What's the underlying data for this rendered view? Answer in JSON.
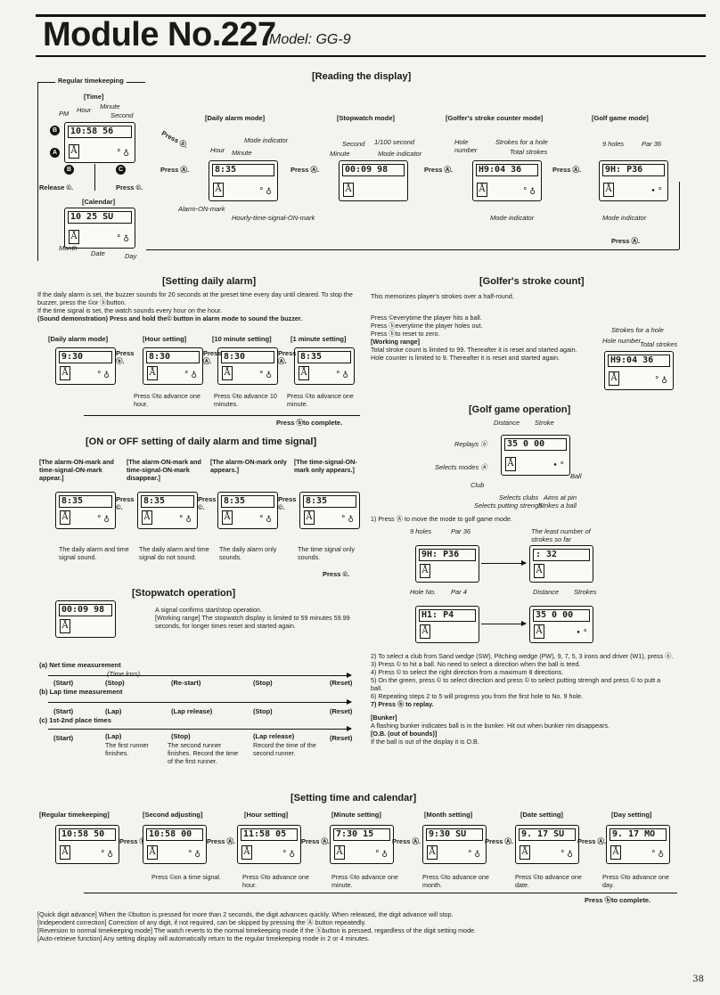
{
  "header": {
    "title": "Module No.227",
    "model": "Model: GG-9"
  },
  "reading": {
    "heading": "[Reading the display]",
    "regular": "Regular timekeeping",
    "time": "[Time]",
    "pm": "PM",
    "hour": "Hour",
    "minute": "Minute",
    "second": "Second",
    "lcd_time": "10:58 56",
    "release_c": "Release ©.",
    "press_c": "Press ©.",
    "calendar": "[Calendar]",
    "lcd_cal": "10 25 SU",
    "month": "Month",
    "date": "Date",
    "day": "Day",
    "daily_alarm": "[Daily alarm mode]",
    "press_b": "Press ⓑ.",
    "mode_indicator": "Mode indicator",
    "press_a1": "Press Ⓐ.",
    "lcd_alarm": "8:35",
    "alarm_on_mark": "Alarm-ON-mark",
    "hourly_mark": "Hourly-time-signal-ON-mark",
    "stopwatch": "[Stopwatch mode]",
    "sec": "Second",
    "hundredth": "1/100 second",
    "sw_minute": "Minute",
    "sw_mode": "Mode indicator",
    "lcd_sw": "00:09 98",
    "press_a2": "Press Ⓐ.",
    "golfer": "[Golfer's stroke counter mode]",
    "hole_number": "Hole number",
    "strokes_hole": "Strokes for a hole",
    "total": "Total strokes",
    "lcd_golf": "H9:04 36",
    "golf_mode_ind": "Mode indicator",
    "press_a3": "Press Ⓐ.",
    "golf_game": "[Golf game mode]",
    "holes9": "9 holes",
    "par36": "Par 36",
    "lcd_game": "9H: P36",
    "game_mode_ind": "Mode indicator",
    "press_a4": "Press Ⓐ."
  },
  "setting_alarm": {
    "heading": "[Setting daily alarm]",
    "p1": "If the daily alarm is set, the buzzer sounds for 20 seconds at the preset time every day until cleared. To stop the buzzer, press the ©or ⓑbutton.",
    "p2": "If the time signal is set, the watch sounds every hour on the hour.",
    "p3": "(Sound demonstration) Press and hold the© button in alarm mode to sound the buzzer.",
    "c1": "[Daily alarm mode]",
    "c2": "[Hour setting]",
    "c3": "[10 minute setting]",
    "c4": "[1 minute setting]",
    "lcd1": "9:30",
    "lcd2": "8:30",
    "lcd3": "8:30",
    "lcd4": "8:35",
    "press_b": "Press ⓑ.",
    "press_a": "Press Ⓐ.",
    "press_a2": "Press Ⓐ.",
    "adv1": "Press ©to advance one hour.",
    "adv2": "Press ©to advance 10 minutes.",
    "adv3": "Press ©to advance one minute.",
    "complete": "Press ⓑto complete."
  },
  "on_off": {
    "heading": "[ON or OFF setting of daily alarm and time signal]",
    "h1": "[The alarm-ON-mark and time-signal-ON-mark appear.]",
    "h2": "[The alarm-ON-mark and time-signal-ON-mark disappear.]",
    "h3": "[The alarm-ON-mark only appears.]",
    "h4": "[The time-signal-ON- mark only appears.]",
    "lcd": "8:35",
    "press_c": "Press ©.",
    "d1": "The daily alarm and time signal sound.",
    "d2": "The daily alarm and time signal do not sound.",
    "d3": "The daily alarm only sounds.",
    "d4": "The time signal only sounds.",
    "press_c_end": "Press ©."
  },
  "stopwatch_op": {
    "heading": "[Stopwatch operation]",
    "lcd": "00:09 98",
    "p1": "A signal confirms start/stop operation.",
    "p2": "[Working range] The stopwatch display is limited to 59 minutes 59.99 seconds, for longer times reset and started again.",
    "a": "(a) Net time measurement",
    "a_time_loss": "(Time loss)",
    "a_start": "(Start)",
    "a_stop": "(Stop)",
    "a_restart": "(Re-start)",
    "a_stop2": "(Stop)",
    "a_reset": "(Reset)",
    "b": "(b) Lap time measurement",
    "b_start": "(Start)",
    "b_lap": "(Lap)",
    "b_lap_release": "(Lap release)",
    "b_stop": "(Stop)",
    "b_reset": "(Reset)",
    "c": "(c) 1st-2nd place times",
    "c_start": "(Start)",
    "c_lap": "(Lap)",
    "c_stop": "(Stop)",
    "c_lap_release": "(Lap release)",
    "c_reset": "(Reset)",
    "c_d1": "The first runner finishes.",
    "c_d2": "The second runner finishes. Record the time of the first runner.",
    "c_d3": "Record the time of the second runner."
  },
  "stroke_count": {
    "heading": "[Golfer's stroke count]",
    "intro": "This memorizes player's strokes over a half-round.",
    "l1": "Press ©everytime the player hits a ball.",
    "l2": "Press ⓑeverytime the player holes out.",
    "l3": "Press ⓑto reset to zero.",
    "l4": "[Working range]",
    "l5": "Total stroke count is limited to 99. Thereafter it is reset and started again.",
    "l6": "Hole counter is limited to 9. Thereafter it is reset and started again.",
    "strokes_hole": "Strokes for a hole",
    "hole_number": "Hole number",
    "total": "Total strokes",
    "lcd": "H9:04 36"
  },
  "golf_game": {
    "heading": "[Golf game operation]",
    "distance": "Distance",
    "stroke": "Stroke",
    "replays": "Replays ⓑ",
    "lcd": "35 0 00",
    "selects_modes": "Selects modes Ⓐ",
    "ball": "Ball",
    "club": "Club",
    "selects_clubs": "Selects clubs",
    "aims": "Aims at pin",
    "selects_strength": "Selects putting strengh",
    "strikes": "Strikes a ball",
    "s1": "1)  Press Ⓐ to move the mode to golf game mode.",
    "holes9": "9 holes",
    "par36": "Par 36",
    "least": "The least number of strokes so far",
    "lcd_a": "9H: P36",
    "lcd_b": ": 32",
    "hole_no": "Hole No.",
    "par4": "Par 4",
    "lcd_c": "H1: P4",
    "distance2": "Distance",
    "strokes2": "Strokes",
    "lcd_d": "35 0 00",
    "s2": "2)  To select a club from Sand wedge (SW), Pitching wedge (PW), 9, 7, 5, 3 irons and driver (W1), press ⓑ.",
    "s3": "3)  Press © to hit a ball. No need to select a direction when the ball is teed.",
    "s4": "4)  Press © to select the right direction from a maximum 8 directions.",
    "s5": "5)  On the green, press © to select direction and press © to select putting strengh and press © to putt a ball.",
    "s6": "6)  Repeating steps 2 to 5 will progress you from the first hole to No. 9 hole.",
    "s7": "7)  Press ⓑ to replay.",
    "bunker_h": "[Bunker]",
    "bunker": "A flashing bunker indicates ball is in the bunker. Hit out when bunker rim disappears.",
    "ob_h": "[O.B. (out of bounds)]",
    "ob": "If the ball is out of the display it is O.B."
  },
  "setting_time": {
    "heading": "[Setting time and calendar]",
    "c1": "[Regular timekeeping]",
    "c2": "[Second adjusting]",
    "c3": "[Hour setting]",
    "c4": "[Minute setting]",
    "c5": "[Month setting]",
    "c6": "[Date setting]",
    "c7": "[Day setting]",
    "lcd1": "10:58 50",
    "lcd2": "10:58 00",
    "lcd3": "11:58 05",
    "lcd4": "7:30 15",
    "lcd5": "9:30 SU",
    "lcd6": "9. 17 SU",
    "lcd7": "9. 17 MO",
    "press_b": "Press ⓑ.",
    "press_a": "Press Ⓐ.",
    "d2": "Press ©on a time signal.",
    "d3": "Press ©to advance one hour.",
    "d4": "Press ©to advance one minute.",
    "d5": "Press ©to advance one month.",
    "d6": "Press ©to advance one date.",
    "d7": "Press ©to advance one day.",
    "complete": "Press ⓑto complete."
  },
  "footer": {
    "f1": "[Quick digit advance] When the ©button is pressed for more than 2 seconds, the digit advances quickly. When released, the digit advance will stop.",
    "f2": "[Independent correction] Correction of any digit, if not required, can be skipped by pressing the Ⓐ button repeatedly.",
    "f3": "[Reversion to normal timekeeping mode] The watch reverts to the normal timekeeping mode if the ⓑbutton is pressed, regardless of the digit setting mode.",
    "f4": "[Auto-retrieve function] Any setting display will automatically return to the regular timekeeping mode in 2 or 4 minutes.",
    "page": "38"
  }
}
